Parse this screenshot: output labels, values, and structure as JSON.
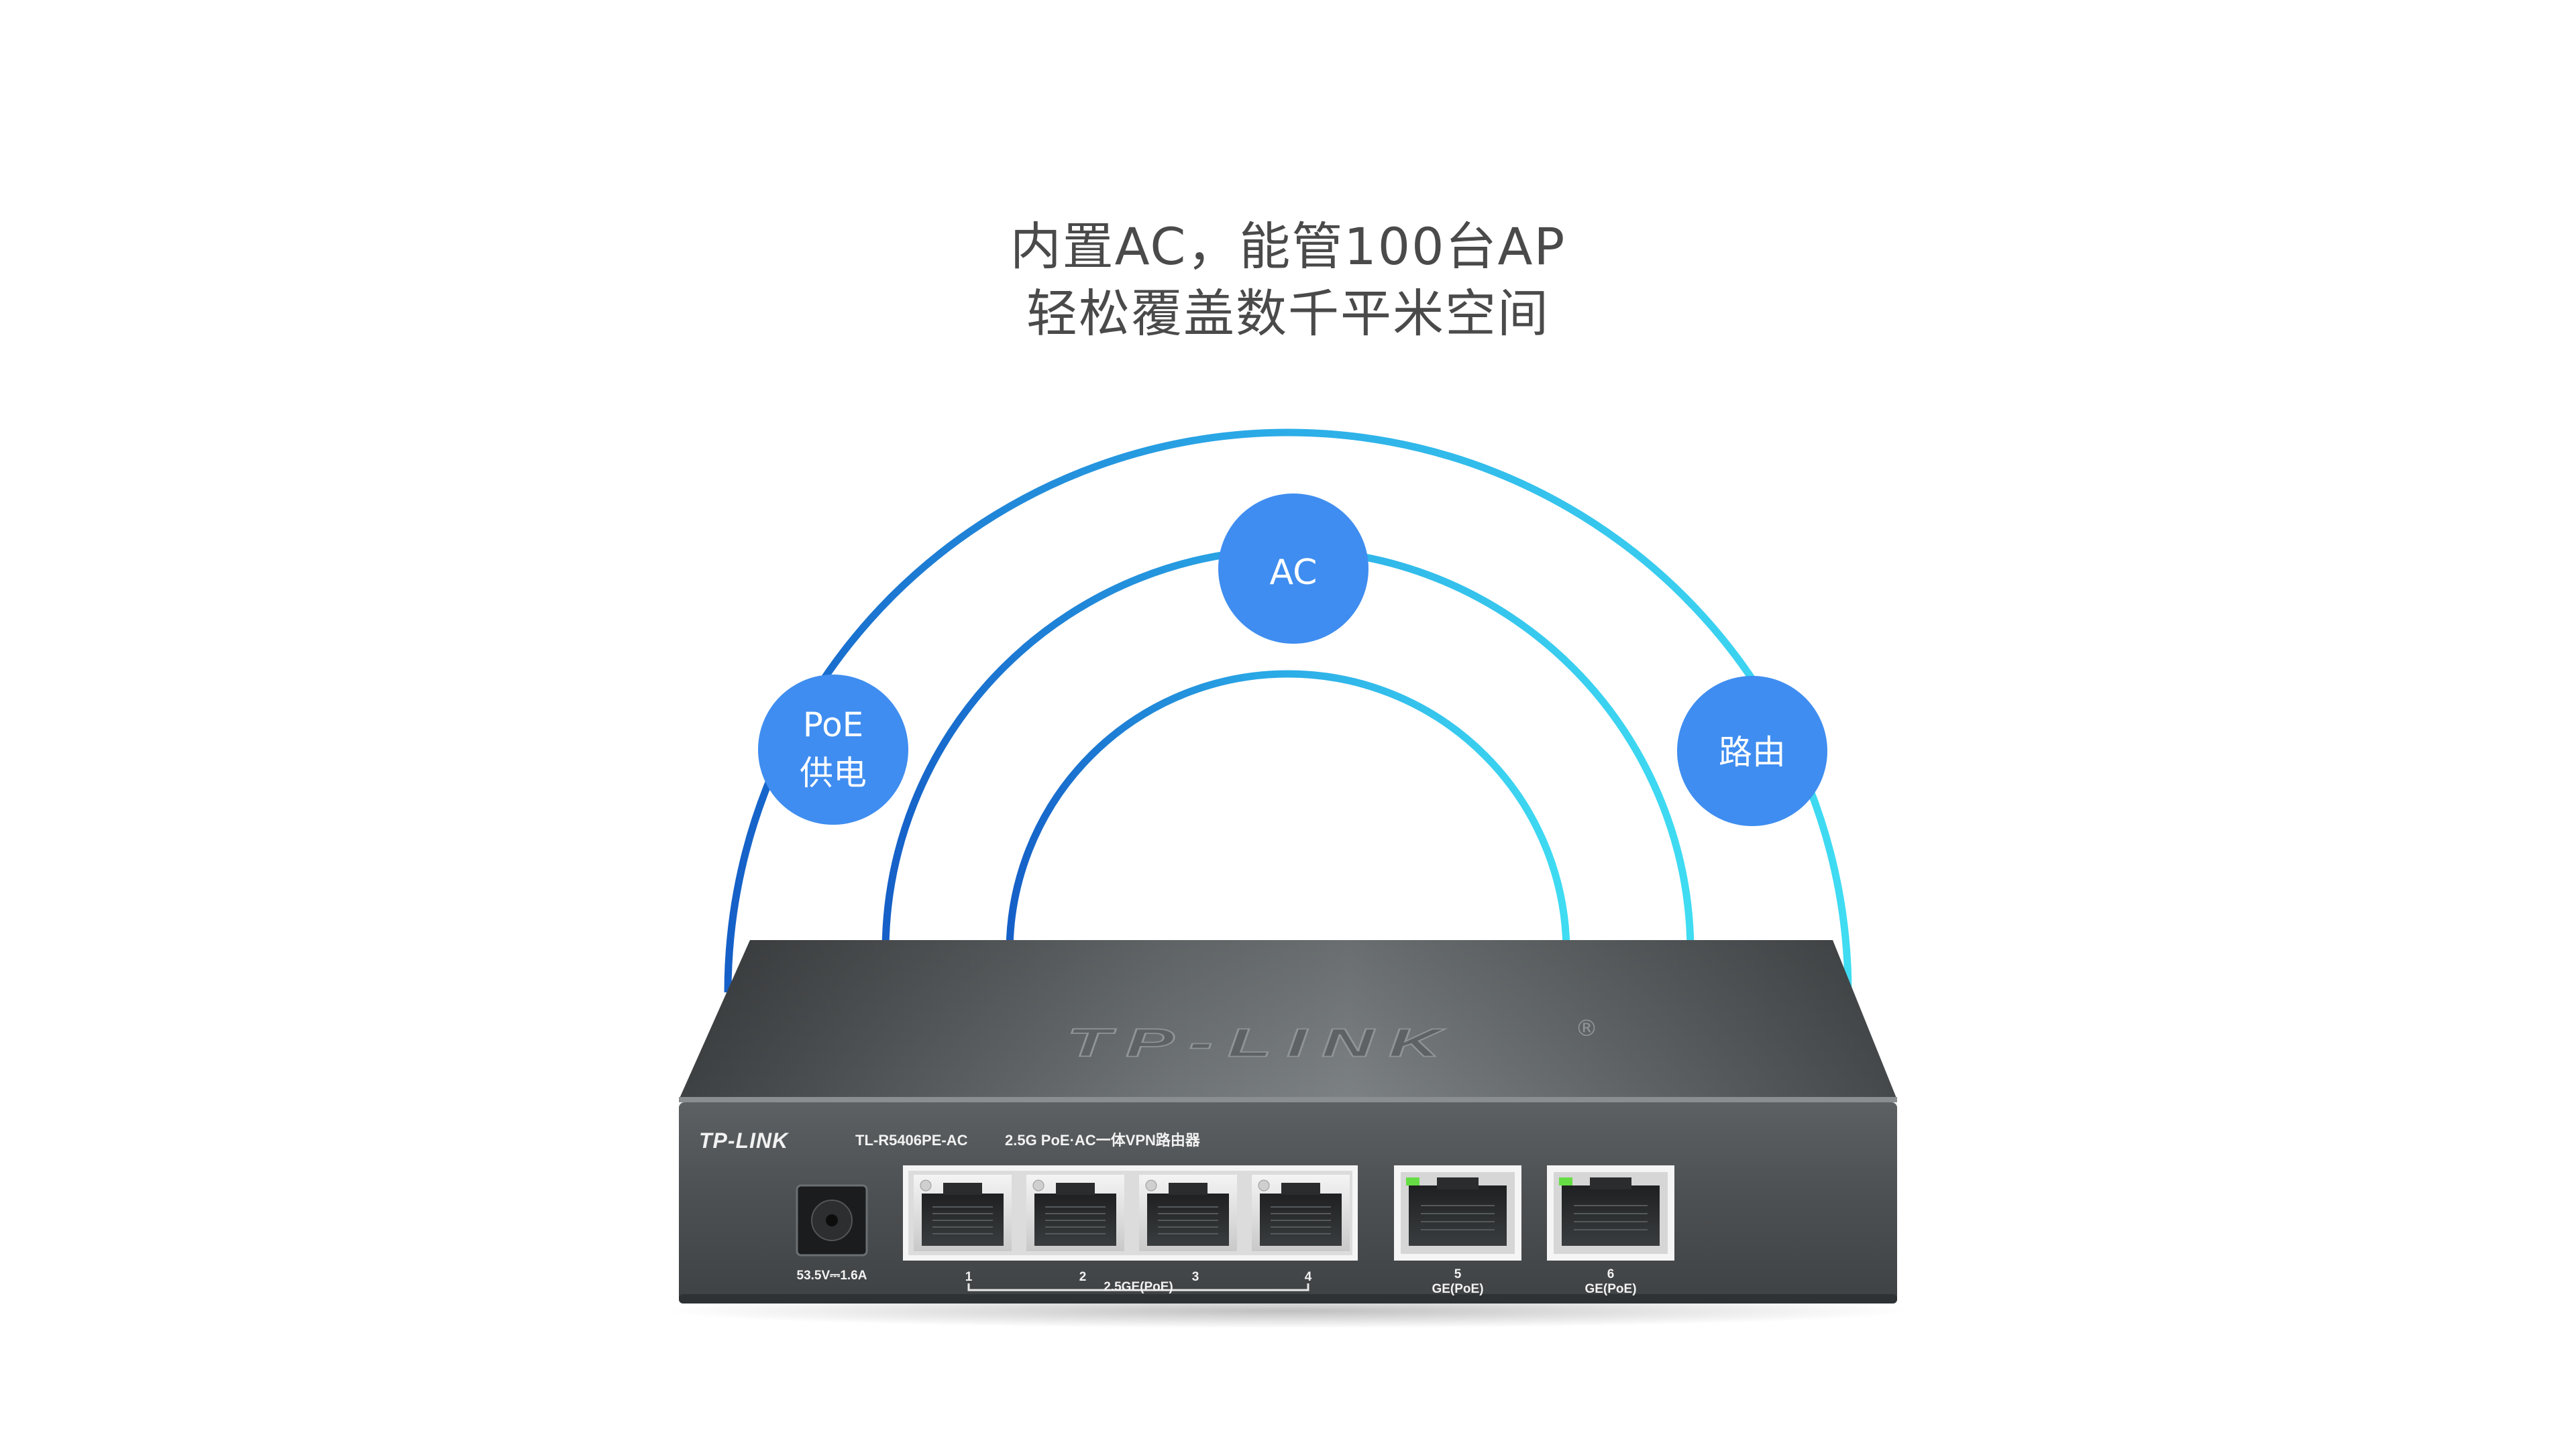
{
  "headline": {
    "line1": "内置AC，能管100台AP",
    "line2": "轻松覆盖数千平米空间"
  },
  "features": {
    "ac": "AC",
    "poe_line1": "PoE",
    "poe_line2": "供电",
    "routing": "路由"
  },
  "device": {
    "top_logo": "TP-LINK",
    "top_logo_mark": "®",
    "front_logo": "TP-LINK",
    "model": "TL-R5406PE-AC",
    "description": "2.5G PoE·AC一体VPN路由器",
    "power_rating": "53.5V⎓1.6A",
    "ports": [
      {
        "number": "1"
      },
      {
        "number": "2"
      },
      {
        "number": "3"
      },
      {
        "number": "4"
      },
      {
        "number": "5",
        "label": "GE(PoE)"
      },
      {
        "number": "6",
        "label": "GE(PoE)"
      }
    ],
    "port_group_label": "2.5GE(PoE)"
  },
  "colors": {
    "arc_start": "#1560c8",
    "arc_end": "#3fdcf2",
    "bubble": "#3f8df0",
    "device_body": "#505354",
    "headline_text": "#4a4a4a",
    "port_led": "#66dd44"
  }
}
